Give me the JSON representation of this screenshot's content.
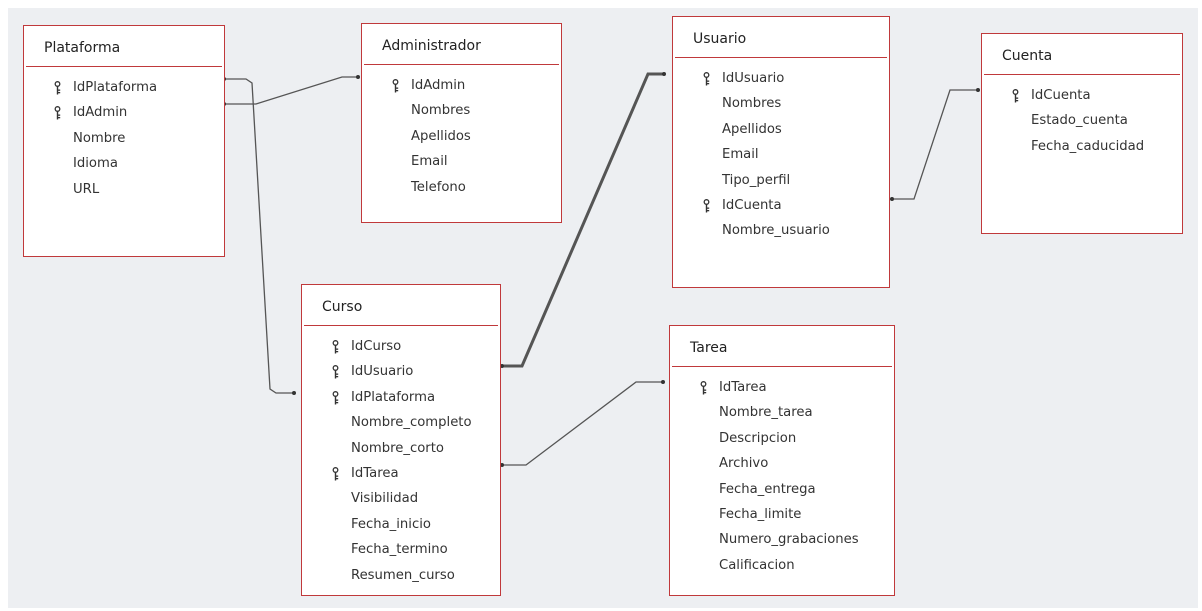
{
  "tables": {
    "plataforma": {
      "title": "Plataforma",
      "fields": [
        {
          "name": "IdPlataforma",
          "key": true
        },
        {
          "name": "IdAdmin",
          "key": true
        },
        {
          "name": "Nombre",
          "key": false
        },
        {
          "name": "Idioma",
          "key": false
        },
        {
          "name": "URL",
          "key": false
        }
      ]
    },
    "administrador": {
      "title": "Administrador",
      "fields": [
        {
          "name": "IdAdmin",
          "key": true
        },
        {
          "name": "Nombres",
          "key": false
        },
        {
          "name": "Apellidos",
          "key": false
        },
        {
          "name": "Email",
          "key": false
        },
        {
          "name": "Telefono",
          "key": false
        }
      ]
    },
    "usuario": {
      "title": "Usuario",
      "fields": [
        {
          "name": "IdUsuario",
          "key": true
        },
        {
          "name": "Nombres",
          "key": false
        },
        {
          "name": "Apellidos",
          "key": false
        },
        {
          "name": "Email",
          "key": false
        },
        {
          "name": "Tipo_perfil",
          "key": false
        },
        {
          "name": "IdCuenta",
          "key": true
        },
        {
          "name": "Nombre_usuario",
          "key": false
        }
      ]
    },
    "cuenta": {
      "title": "Cuenta",
      "fields": [
        {
          "name": "IdCuenta",
          "key": true
        },
        {
          "name": "Estado_cuenta",
          "key": false
        },
        {
          "name": "Fecha_caducidad",
          "key": false
        }
      ]
    },
    "curso": {
      "title": "Curso",
      "fields": [
        {
          "name": "IdCurso",
          "key": true
        },
        {
          "name": "IdUsuario",
          "key": true
        },
        {
          "name": "IdPlataforma",
          "key": true
        },
        {
          "name": "Nombre_completo",
          "key": false
        },
        {
          "name": "Nombre_corto",
          "key": false
        },
        {
          "name": "IdTarea",
          "key": true
        },
        {
          "name": "Visibilidad",
          "key": false
        },
        {
          "name": "Fecha_inicio",
          "key": false
        },
        {
          "name": "Fecha_termino",
          "key": false
        },
        {
          "name": "Resumen_curso",
          "key": false
        }
      ]
    },
    "tarea": {
      "title": "Tarea",
      "fields": [
        {
          "name": "IdTarea",
          "key": true
        },
        {
          "name": "Nombre_tarea",
          "key": false
        },
        {
          "name": "Descripcion",
          "key": false
        },
        {
          "name": "Archivo",
          "key": false
        },
        {
          "name": "Fecha_entrega",
          "key": false
        },
        {
          "name": "Fecha_limite",
          "key": false
        },
        {
          "name": "Numero_grabaciones",
          "key": false
        },
        {
          "name": "Calificacion",
          "key": false
        }
      ]
    }
  },
  "relationships": [
    {
      "from": "plataforma.IdPlataforma",
      "to": "curso.IdPlataforma"
    },
    {
      "from": "plataforma.IdAdmin",
      "to": "administrador.IdAdmin"
    },
    {
      "from": "curso.IdUsuario",
      "to": "usuario.IdUsuario",
      "enforced": true
    },
    {
      "from": "usuario.IdCuenta",
      "to": "cuenta.IdCuenta"
    },
    {
      "from": "curso.IdTarea",
      "to": "tarea.IdTarea"
    }
  ],
  "colors": {
    "background": "#edeff2",
    "table_border": "#c0393b",
    "line": "#555555"
  }
}
